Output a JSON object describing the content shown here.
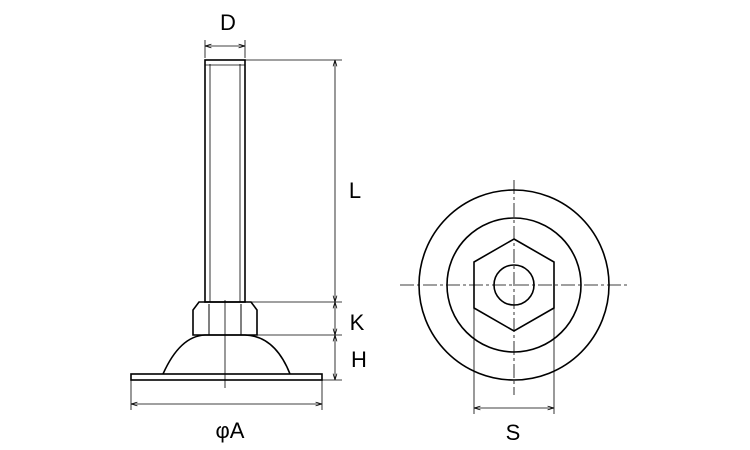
{
  "labels": {
    "D": "D",
    "L": "L",
    "K": "K",
    "H": "H",
    "A": "φA",
    "S": "S"
  },
  "colors": {
    "line": "#000000",
    "background": "#ffffff"
  }
}
